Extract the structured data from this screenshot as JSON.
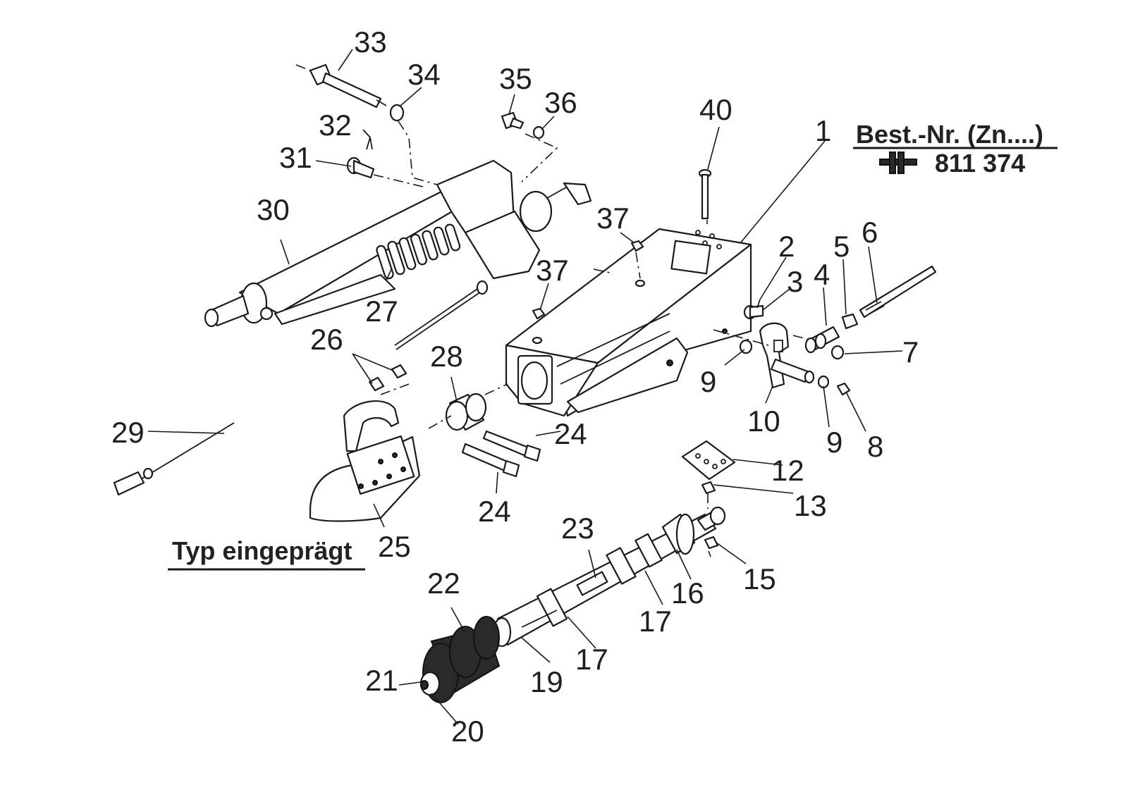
{
  "order_info": {
    "title": "Best.-Nr. (Zn....)",
    "number": "811 374",
    "symbol": "pin-connector-icon"
  },
  "stamp_note": "Typ eingeprägt",
  "callouts": {
    "c1": "1",
    "c2": "2",
    "c3": "3",
    "c4": "4",
    "c5": "5",
    "c6": "6",
    "c7": "7",
    "c8": "8",
    "c9a": "9",
    "c9b": "9",
    "c10": "10",
    "c12": "12",
    "c13": "13",
    "c15": "15",
    "c16": "16",
    "c17a": "17",
    "c17b": "17",
    "c19": "19",
    "c20": "20",
    "c21": "21",
    "c22": "22",
    "c23": "23",
    "c24a": "24",
    "c24b": "24",
    "c25": "25",
    "c26": "26",
    "c27": "27",
    "c28": "28",
    "c29": "29",
    "c30": "30",
    "c31": "31",
    "c32": "32",
    "c33": "33",
    "c34": "34",
    "c35": "35",
    "c36": "36",
    "c37a": "37",
    "c37b": "37",
    "c40": "40"
  }
}
